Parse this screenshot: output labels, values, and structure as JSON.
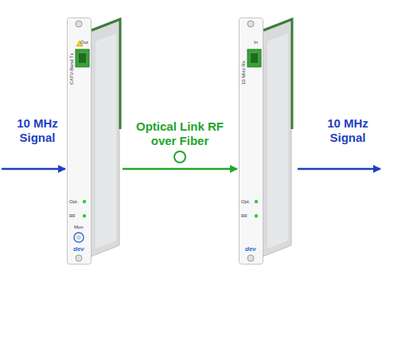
{
  "diagram": {
    "nodes": [
      {
        "text": [
          "10 MHz Signal"
        ]
      },
      {
        "text": [
          "CATV-Band Tx",
          "Out",
          "Opt.",
          "RF",
          "Mon",
          "dev"
        ]
      },
      {
        "text": [
          "10 MHz Rx",
          "In",
          "Opt.",
          "RF",
          "dev"
        ]
      },
      {
        "text": [
          "10 MHz Signal"
        ]
      }
    ],
    "edges": [
      {
        "from": 0,
        "to": 1,
        "arrow": "to"
      },
      {
        "from": 1,
        "to": 2,
        "label": "Optical Link RF over Fiber",
        "arrow": "to"
      },
      {
        "from": 2,
        "to": 3,
        "arrow": "to"
      }
    ]
  }
}
